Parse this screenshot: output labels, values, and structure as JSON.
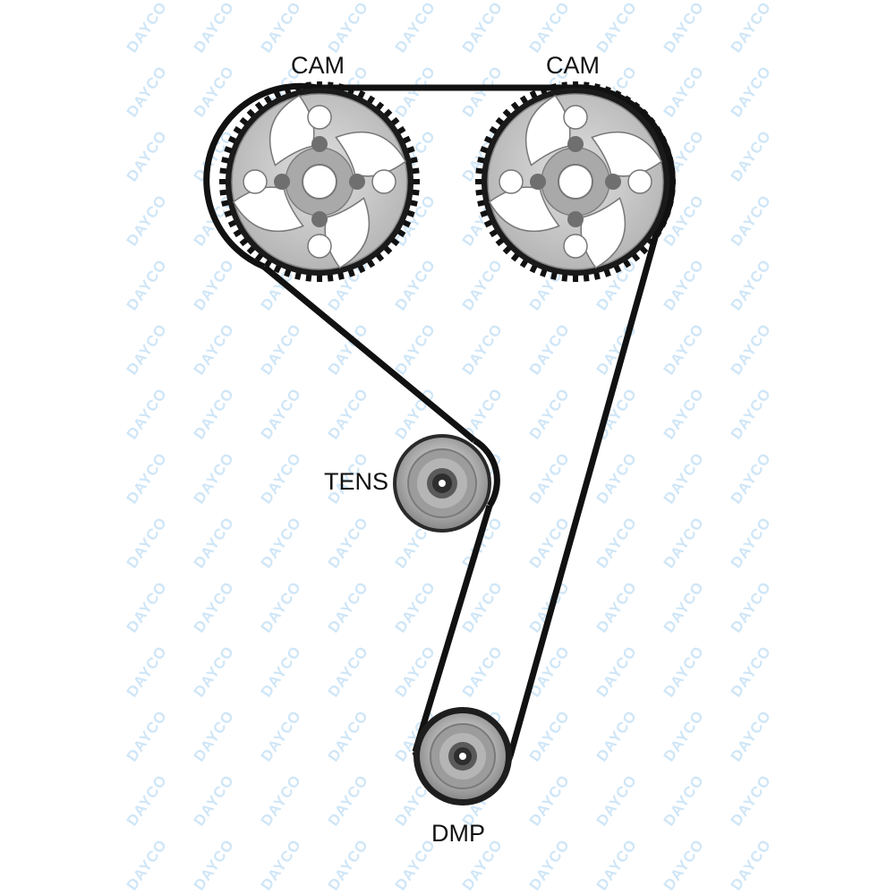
{
  "labels": {
    "cam_left": "CAM",
    "cam_right": "CAM",
    "tensioner": "TENS",
    "damper": "DMP"
  },
  "watermark": {
    "text": "DAYCO"
  },
  "colors": {
    "belt": "#111111",
    "sprocket_face": "#c9c9c9",
    "sprocket_hole": "#ffffff",
    "hub": "#6f6f6f",
    "pulley": "#a8a8a8",
    "pulley_center": "#3a3a3a",
    "watermark": "#cfe6f7"
  },
  "icons": {
    "cam_sprocket": "toothed-cam-sprocket-icon",
    "tensioner_pulley": "tensioner-pulley-icon",
    "damper_pulley": "damper-pulley-icon"
  }
}
